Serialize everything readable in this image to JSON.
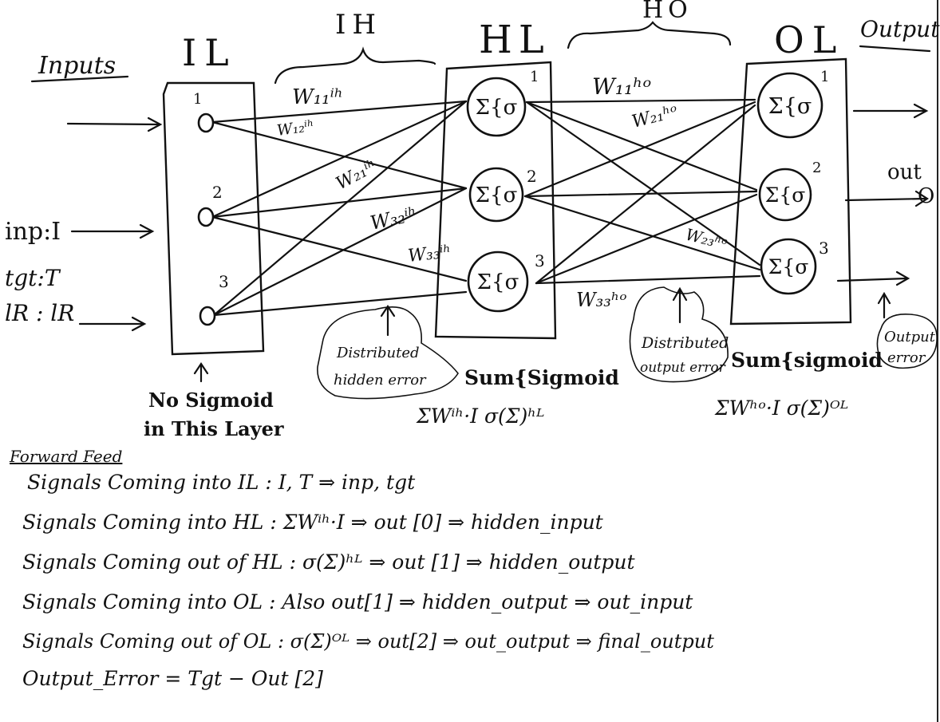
{
  "headers": {
    "inputs": "Inputs",
    "il": "IL",
    "ih": "IH",
    "hl": "HL",
    "ho": "HO",
    "ol": "OL",
    "outputs": "Outputs"
  },
  "side_inputs": {
    "inp": "inp:I",
    "tgt": "tgt:T",
    "lr": "lR : lR"
  },
  "node_numbers": [
    "1",
    "2",
    "3"
  ],
  "node_symbol": "Σ{σ",
  "weights": {
    "w11_ih": "W₁₁ⁱʰ",
    "w12_ih": "W₁₂ⁱʰ",
    "w21_ih": "W₂₁ⁱʰ",
    "w32_ih": "W₃₂ⁱʰ",
    "w33_ih": "W₃₃ⁱʰ",
    "w11_ho": "W₁₁ʰᵒ",
    "w21_ho": "W₂₁ʰᵒ",
    "w23_ho": "W₂₃ʰᵒ",
    "w33_ho": "W₃₃ʰᵒ"
  },
  "annotations": {
    "no_sigmoid_1": "No Sigmoid",
    "no_sigmoid_2": "in This Layer",
    "distributed_hidden_1": "Distributed",
    "distributed_hidden_2": "hidden error",
    "distributed_output_1": "Distributed",
    "distributed_output_2": "output error",
    "sum_sigmoid_hidden": "Sum{Sigmoid",
    "sum_formula_hidden": "ΣWⁱʰ·I   σ(Σ)ʰᴸ",
    "sum_sigmoid_output": "Sum{sigmoid",
    "sum_formula_output": "ΣWʰᵒ·I   σ(Σ)ᴼᴸ",
    "out_label": "out",
    "out_symbol": "O",
    "output_error_1": "Output",
    "output_error_2": "error"
  },
  "notes": {
    "heading": "Forward Feed",
    "lines": [
      "Signals Coming into IL :  I, T  ⇒  inp, tgt",
      "Signals Coming into HL :  ΣWⁱʰ·I  ⇒  out [0]  ⇒ hidden_input",
      "Signals Coming out of HL :  σ(Σ)ʰᴸ  ⇒  out [1]  ⇒ hidden_output",
      "Signals Coming into OL :  Also out[1] ⇒ hidden_output ⇒ out_input",
      "Signals Coming out of OL :  σ(Σ)ᴼᴸ ⇒ out[2] ⇒ out_output ⇒ final_output",
      "Output_Error  =  Tgt − Out [2]"
    ]
  }
}
